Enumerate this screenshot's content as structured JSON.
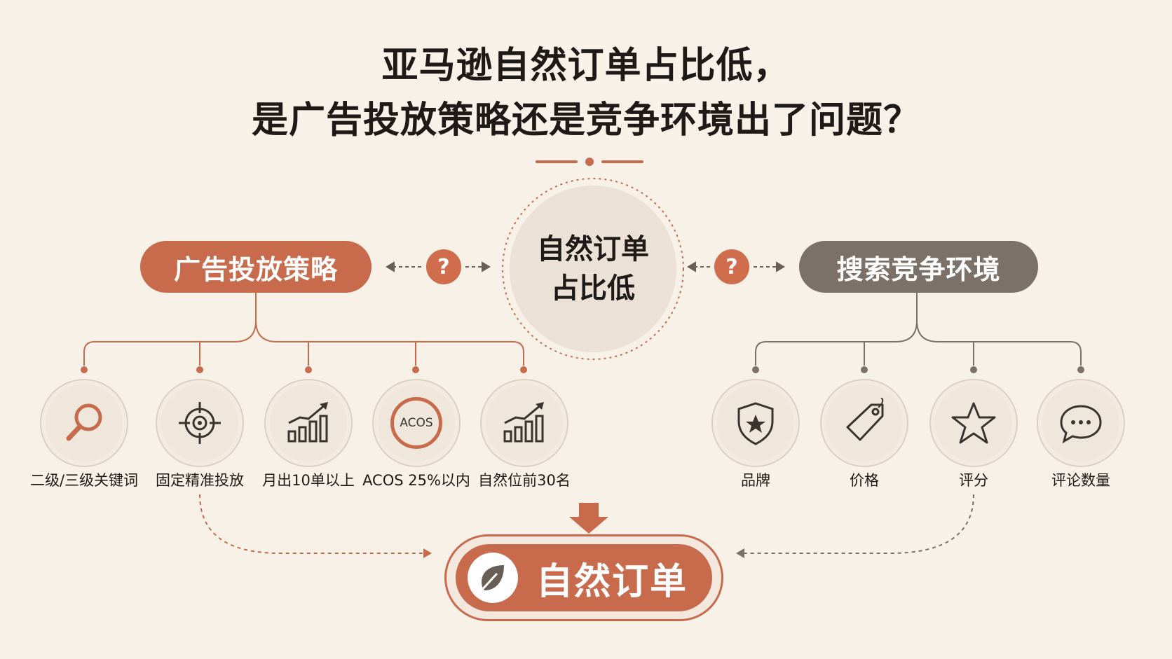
{
  "title": {
    "line1": "亚马逊自然订单占比低，",
    "line2": "是广告投放策略还是竞争环境出了问题？"
  },
  "center": {
    "line1": "自然订单",
    "line2": "占比低"
  },
  "ad_strategy": {
    "label": "广告投放策略",
    "color": "#c86b4c",
    "items": [
      {
        "label": "二级/三级关键词",
        "icon": "magnifier-icon"
      },
      {
        "label": "固定精准投放",
        "icon": "target-crosshair-icon"
      },
      {
        "label": "月出10单以上",
        "icon": "growth-chart-icon"
      },
      {
        "label": "ACOS 25%以内",
        "icon": "acos-badge-icon",
        "badge_text": "ACOS"
      },
      {
        "label": "自然位前30名",
        "icon": "growth-chart-icon"
      }
    ]
  },
  "search_env": {
    "label": "搜索竞争环境",
    "color": "#7b7168",
    "items": [
      {
        "label": "品牌",
        "icon": "shield-star-icon"
      },
      {
        "label": "价格",
        "icon": "price-tag-icon"
      },
      {
        "label": "评分",
        "icon": "star-icon"
      },
      {
        "label": "评论数量",
        "icon": "chat-bubble-icon"
      }
    ]
  },
  "question_mark": "?",
  "result": {
    "label": "自然订单",
    "icon": "leaf-icon",
    "color": "#c86b4c"
  }
}
